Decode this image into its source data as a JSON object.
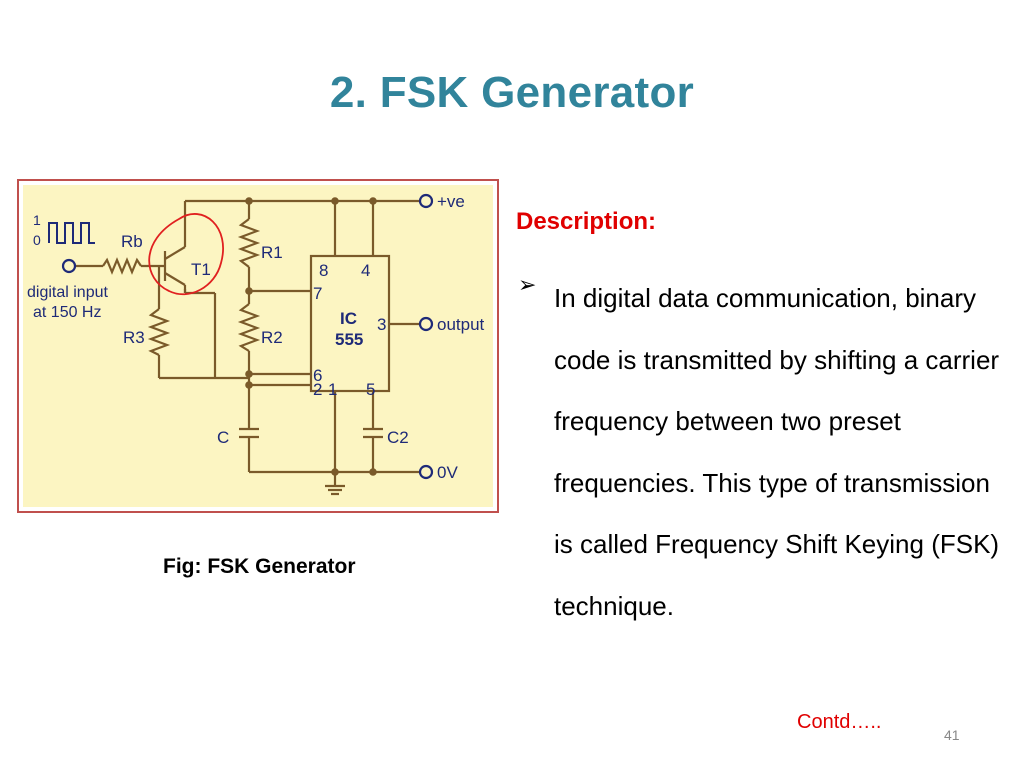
{
  "slide": {
    "title": "2. FSK Generator",
    "figure_caption": "Fig: FSK Generator",
    "description_heading": "Description:",
    "bullet_text": "In  digital data communication, binary code is transmitted by shifting a carrier frequency between two preset frequencies. This type of transmission is called Frequency Shift Keying (FSK) technique.",
    "contd": "Contd…..",
    "page_number": "41"
  },
  "circuit": {
    "supply_label": "+ve",
    "output_label": "output",
    "ground_label": "0V",
    "ic_name": "IC",
    "ic_number": "555",
    "pin_8": "8",
    "pin_4": "4",
    "pin_7": "7",
    "pin_3": "3",
    "pin_6": "6",
    "pin_2": "2",
    "pin_1": "1",
    "pin_5": "5",
    "rb": "Rb",
    "t1": "T1",
    "r1": "R1",
    "r2": "R2",
    "r3": "R3",
    "c": "C",
    "c2": "C2",
    "input_label_line1": "digital input",
    "input_label_line2": "at 150 Hz",
    "logic_high": "1",
    "logic_low": "0"
  },
  "colors": {
    "title": "#31849b",
    "figure_border": "#c0504d",
    "figure_background": "#fcf5c2",
    "wire": "#7a5a2a",
    "label_blue": "#1e2a78",
    "highlight_circle": "#e02020",
    "heading_red": "#e00000"
  }
}
